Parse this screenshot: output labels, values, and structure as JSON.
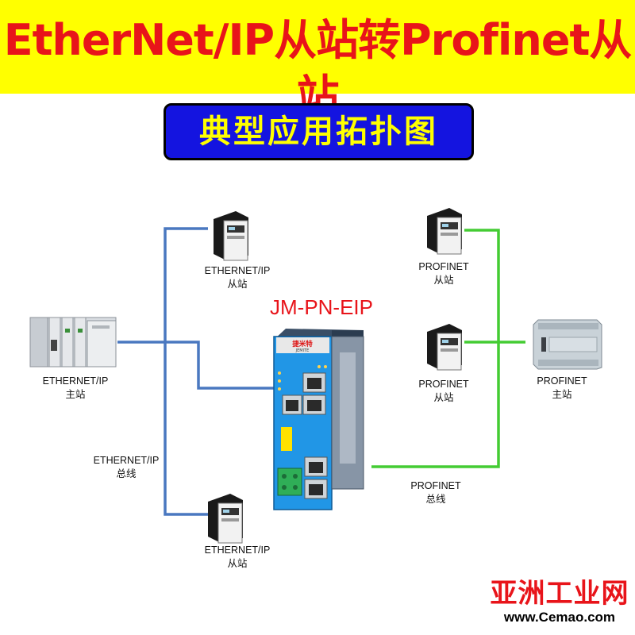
{
  "title": "EtherNet/IP从站转Profinet从站",
  "subtitle": "典型应用拓扑图",
  "model": "JM-PN-EIP",
  "gateway_brand": "捷米特",
  "gateway_brand_en": "JEMITE",
  "nodes": {
    "eip_master": {
      "line1": "ETHERNET/IP",
      "line2": "主站"
    },
    "eip_slave_top": {
      "line1": "ETHERNET/IP",
      "line2": "从站"
    },
    "eip_slave_bottom": {
      "line1": "ETHERNET/IP",
      "line2": "从站"
    },
    "eip_bus": {
      "line1": "ETHERNET/IP",
      "line2": "总线"
    },
    "pn_slave_top": {
      "line1": "PROFINET",
      "line2": "从站"
    },
    "pn_slave_mid": {
      "line1": "PROFINET",
      "line2": "从站"
    },
    "pn_master": {
      "line1": "PROFINET",
      "line2": "主站"
    },
    "pn_bus": {
      "line1": "PROFINET",
      "line2": "总线"
    }
  },
  "watermark": {
    "cn": "亚洲工业网",
    "url": "www.Cemao.com"
  },
  "colors": {
    "header_bg": "#ffff00",
    "title": "#e8141a",
    "subtitle_bg": "#1414e0",
    "subtitle_text": "#ffff00",
    "eip_wire": "#4a78c0",
    "pn_wire": "#44cc33"
  }
}
